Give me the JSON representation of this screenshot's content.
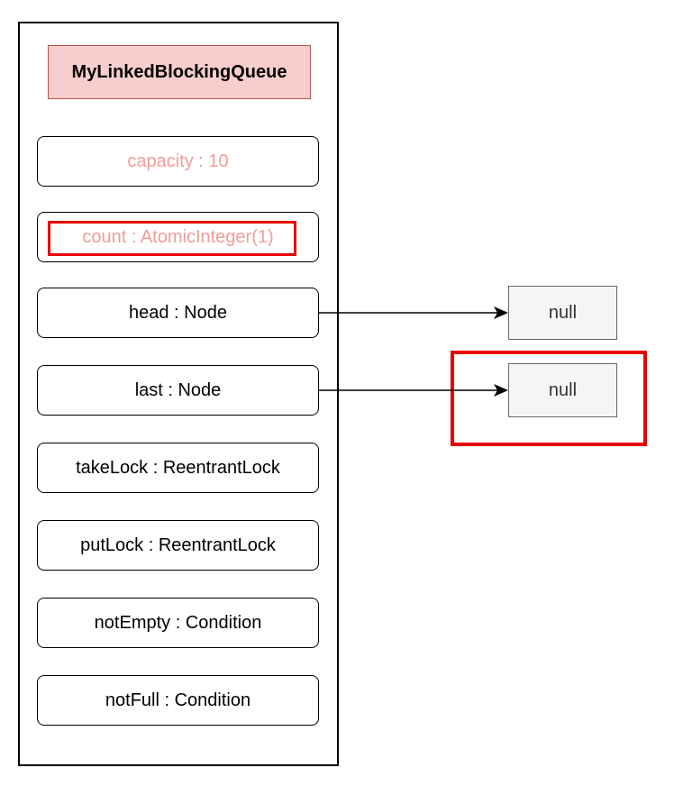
{
  "title": "MyLinkedBlockingQueue",
  "fields": [
    {
      "label": "capacity : 10"
    },
    {
      "label": "count : AtomicInteger(1)"
    },
    {
      "label": "head : Node"
    },
    {
      "label": "last : Node"
    },
    {
      "label": "takeLock : ReentrantLock"
    },
    {
      "label": "putLock : ReentrantLock"
    },
    {
      "label": "notEmpty : Condition"
    },
    {
      "label": "notFull : Condition"
    }
  ],
  "nodes": [
    {
      "label": "null"
    },
    {
      "label": "null"
    }
  ],
  "colors": {
    "title_fill": "#f8cecc",
    "title_border": "#b85450",
    "faded_text": "#f19c99",
    "highlight": "#e80000",
    "node_fill": "#f5f5f5"
  }
}
